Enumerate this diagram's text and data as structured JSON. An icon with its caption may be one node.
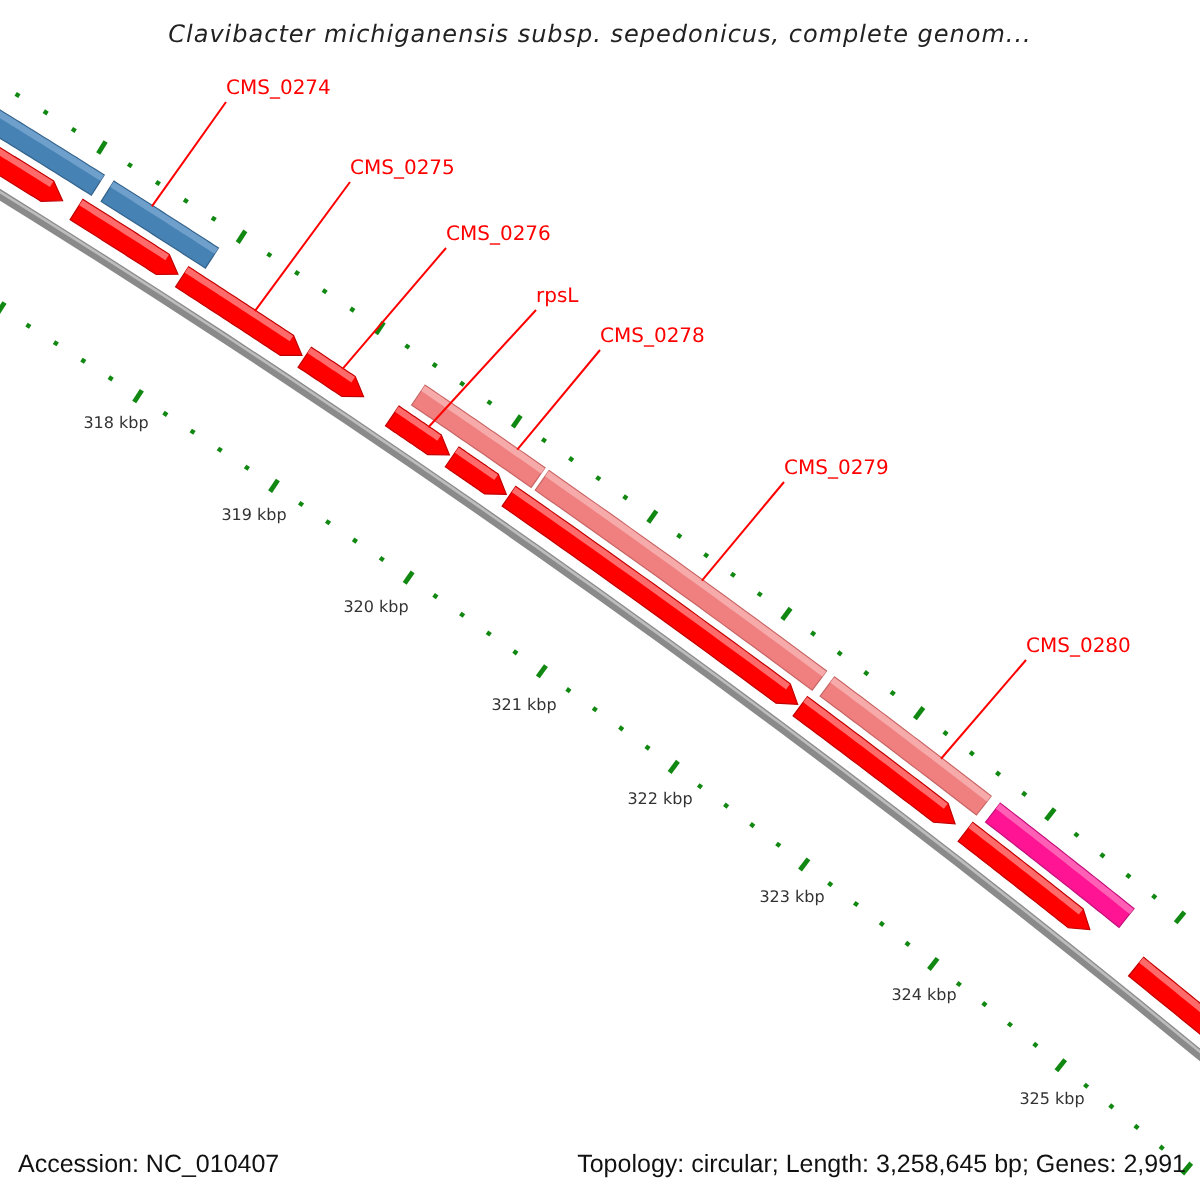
{
  "diagram": {
    "title": "Clavibacter michiganensis subsp. sepedonicus, complete genom...",
    "nodes": [
      {
        "text": [
          "CMS_0274"
        ]
      },
      {
        "text": [
          "CMS_0275"
        ]
      },
      {
        "text": [
          "CMS_0276"
        ]
      },
      {
        "text": [
          "rpsL"
        ]
      },
      {
        "text": [
          "CMS_0278"
        ]
      },
      {
        "text": [
          "CMS_0279"
        ]
      },
      {
        "text": [
          "CMS_0280"
        ]
      },
      {
        "text": [],
        "shape": "bar"
      },
      {
        "text": [],
        "shape": "bar"
      },
      {
        "text": [],
        "shape": "bar"
      },
      {
        "text": [],
        "shape": "bar"
      },
      {
        "text": [],
        "shape": "bar"
      },
      {
        "text": [],
        "shape": "bar"
      },
      {
        "text": [],
        "shape": "bar"
      },
      {
        "text": [],
        "shape": "bar"
      },
      {
        "text": [],
        "shape": "bar"
      },
      {
        "text": [],
        "shape": "bar"
      },
      {
        "text": [],
        "shape": "bar"
      },
      {
        "text": [],
        "shape": "bar"
      },
      {
        "text": [],
        "shape": "bar"
      },
      {
        "text": [],
        "shape": "bar"
      },
      {
        "text": [],
        "shape": "bar"
      },
      {
        "text": [],
        "shape": "bar"
      }
    ],
    "edges": [
      {
        "from": 0,
        "to": 10,
        "arrow": "none"
      },
      {
        "from": 1,
        "to": 11,
        "arrow": "none"
      },
      {
        "from": 2,
        "to": 12,
        "arrow": "none"
      },
      {
        "from": 3,
        "to": 13,
        "arrow": "none"
      },
      {
        "from": 4,
        "to": 14,
        "arrow": "none"
      },
      {
        "from": 5,
        "to": 17,
        "arrow": "none"
      },
      {
        "from": 6,
        "to": 19,
        "arrow": "none"
      }
    ],
    "labels": [
      "318 kbp",
      "319 kbp",
      "320 kbp",
      "321 kbp",
      "322 kbp",
      "323 kbp",
      "324 kbp",
      "325 kbp",
      "Accession: NC_010407",
      "Topology: circular; Length: 3,258,645 bp; Genes: 2,991"
    ]
  }
}
